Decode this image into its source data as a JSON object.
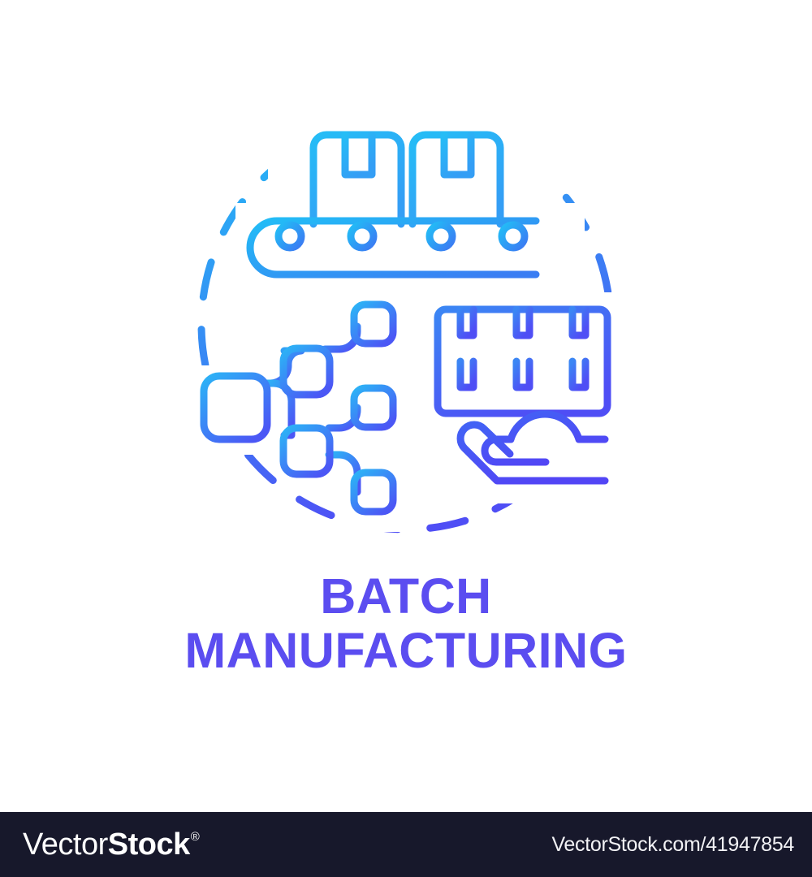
{
  "artwork": {
    "name": "batch-manufacturing-gradient-concept-icon",
    "style": "blue gradient line icon",
    "gradient": {
      "from": "#22bdf6",
      "mid": "#3590f4",
      "to": "#4f4ef5"
    },
    "elements": [
      "dashed-circle-outline",
      "conveyor-belt-with-two-cardboard-boxes",
      "hierarchy-tree-of-six-rounded-nodes",
      "crate-grid-of-six-boxes",
      "open-hand-supporting-crates"
    ]
  },
  "title": {
    "line1": "BATCH",
    "line2": "MANUFACTURING",
    "color": "#5b4df0"
  },
  "footer": {
    "background": "#17182b",
    "brand_light": "Vector",
    "brand_bold": "Stock",
    "brand_registered": "®",
    "url": "VectorStock.com/41947854"
  }
}
